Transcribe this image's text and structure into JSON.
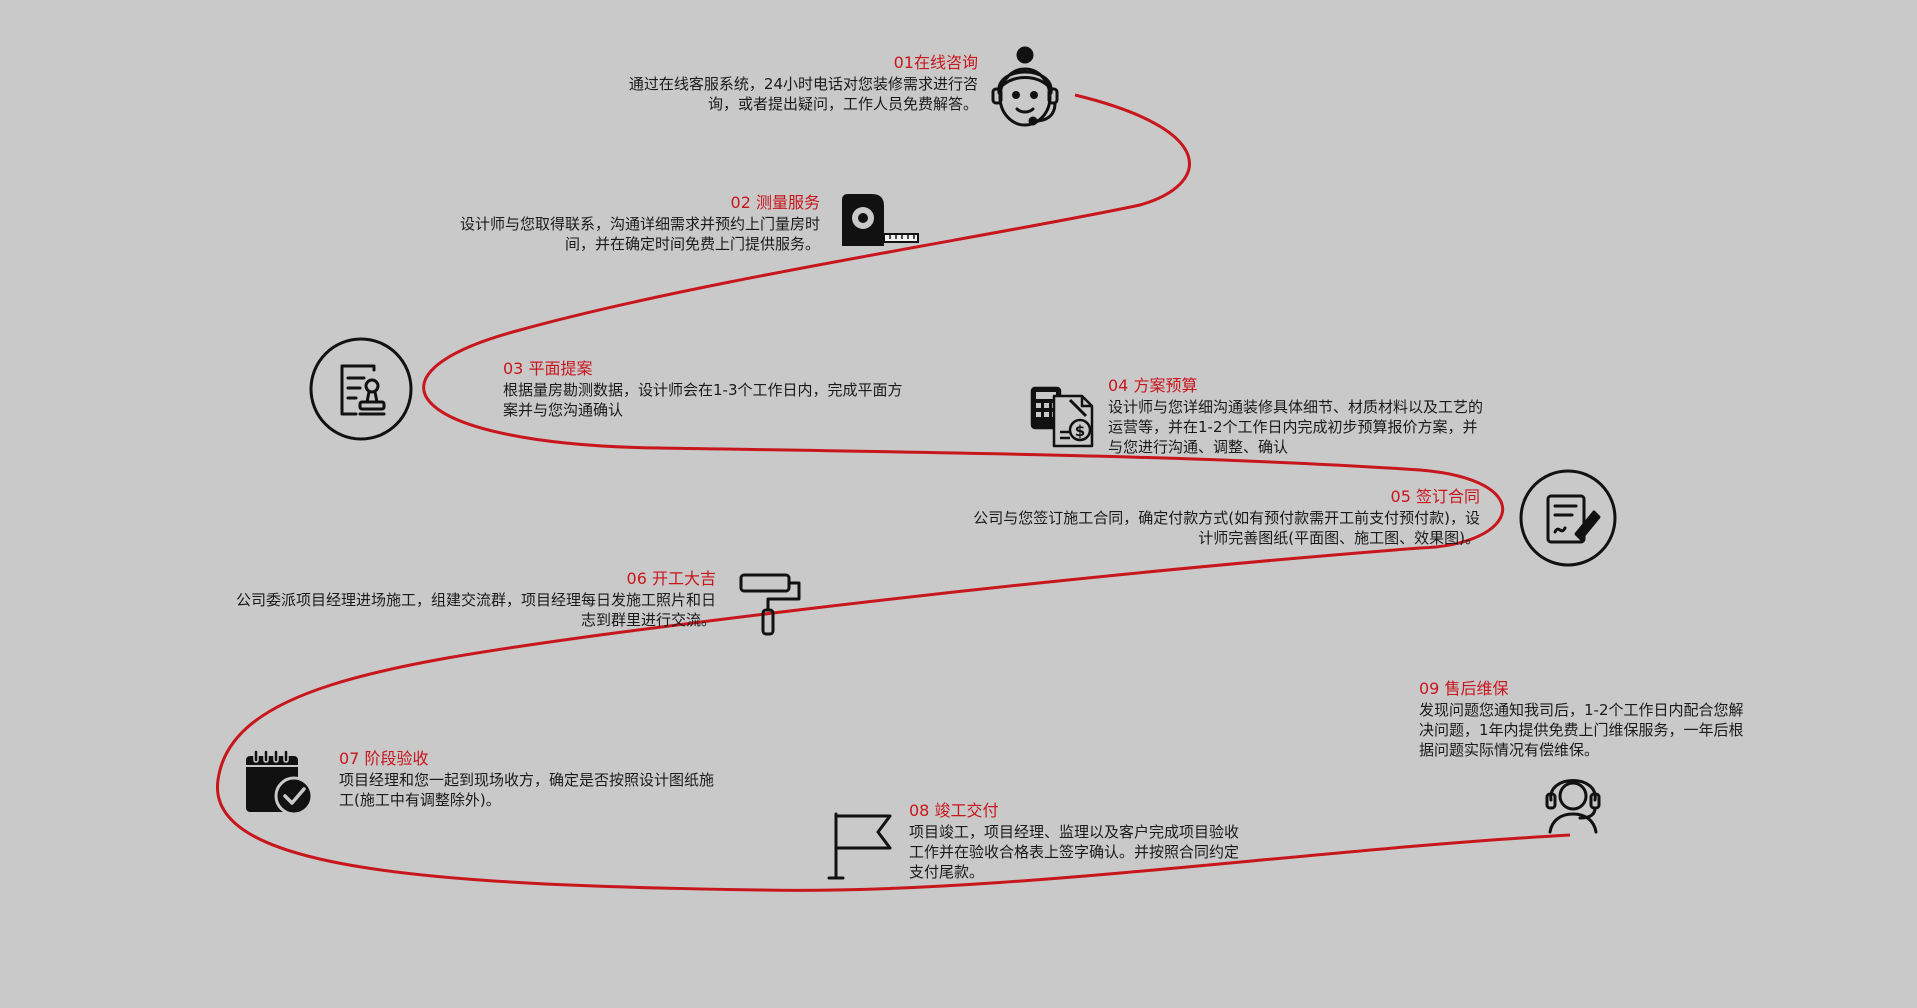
{
  "colors": {
    "background": "#c9c9c9",
    "accent": "#c8161d",
    "text": "#1a1a1a",
    "icon": "#111111"
  },
  "steps": [
    {
      "title": "01在线咨询",
      "desc": "通过在线客服系统，24小时电话对您装修需求进行咨询，或者提出疑问，工作人员免费解答。",
      "icon": "customer-service-icon"
    },
    {
      "title": "02 测量服务",
      "desc": "设计师与您取得联系，沟通详细需求并预约上门量房时间，并在确定时间免费上门提供服务。",
      "icon": "tape-measure-icon"
    },
    {
      "title": "03 平面提案",
      "desc": "根据量房勘测数据，设计师会在1-3个工作日内，完成平面方案并与您沟通确认",
      "icon": "document-stamp-icon"
    },
    {
      "title": "04 方案预算",
      "desc": "设计师与您详细沟通装修具体细节、材质材料以及工艺的运营等，并在1-2个工作日内完成初步预算报价方案，并与您进行沟通、调整、确认",
      "icon": "budget-calculator-icon"
    },
    {
      "title": "05 签订合同",
      "desc": "公司与您签订施工合同，确定付款方式(如有预付款需开工前支付预付款)，设计师完善图纸(平面图、施工图、效果图)。",
      "icon": "contract-sign-icon"
    },
    {
      "title": "06 开工大吉",
      "desc": "公司委派项目经理进场施工，组建交流群，项目经理每日发施工照片和日志到群里进行交流。",
      "icon": "paint-roller-icon"
    },
    {
      "title": "07 阶段验收",
      "desc": "项目经理和您一起到现场收方，确定是否按照设计图纸施工(施工中有调整除外)。",
      "icon": "calendar-check-icon"
    },
    {
      "title": "08 竣工交付",
      "desc": "项目竣工，项目经理、监理以及客户完成项目验收工作并在验收合格表上签字确认。并按照合同约定支付尾款。",
      "icon": "flag-icon"
    },
    {
      "title": "09 售后维保",
      "desc": "发现问题您通知我司后，1-2个工作日内配合您解决问题，1年内提供免费上门维保服务，一年后根据问题实际情况有偿维保。",
      "icon": "headset-support-icon"
    }
  ]
}
